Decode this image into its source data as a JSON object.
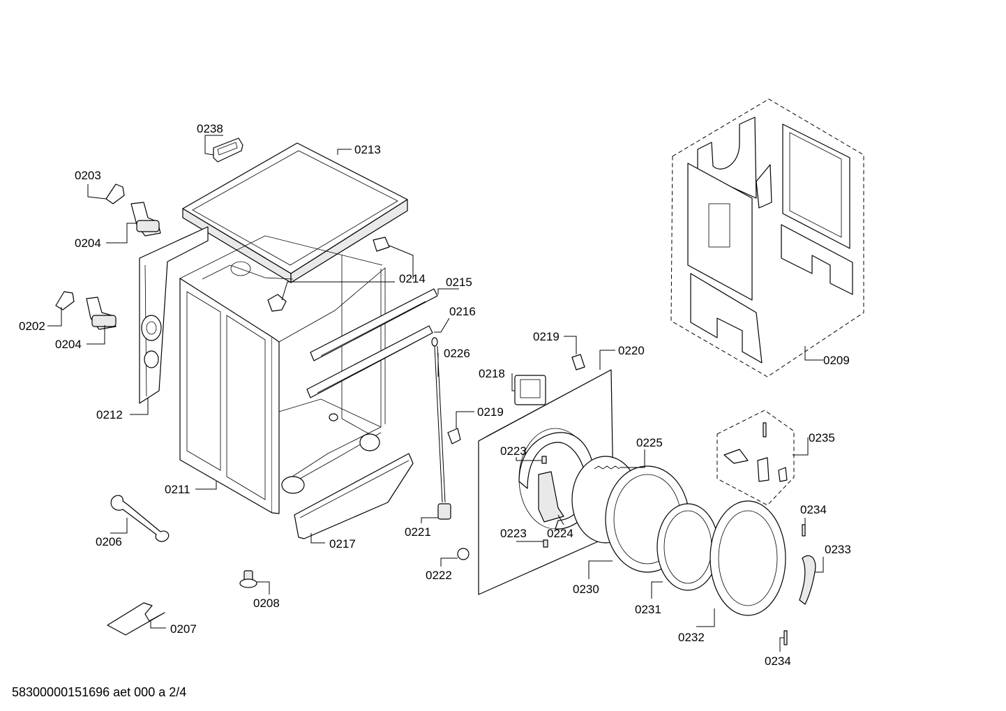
{
  "diagram": {
    "footer_text": "58300000151696 aet 000 a 2/4",
    "labels": [
      {
        "id": "0238",
        "text": "0238"
      },
      {
        "id": "0213",
        "text": "0213"
      },
      {
        "id": "0203",
        "text": "0203"
      },
      {
        "id": "0204a",
        "text": "0204"
      },
      {
        "id": "0214",
        "text": "0214"
      },
      {
        "id": "0215",
        "text": "0215"
      },
      {
        "id": "0216",
        "text": "0216"
      },
      {
        "id": "0202",
        "text": "0202"
      },
      {
        "id": "0204b",
        "text": "0204"
      },
      {
        "id": "0226",
        "text": "0226"
      },
      {
        "id": "0219a",
        "text": "0219"
      },
      {
        "id": "0220",
        "text": "0220"
      },
      {
        "id": "0209",
        "text": "0209"
      },
      {
        "id": "0218",
        "text": "0218"
      },
      {
        "id": "0212",
        "text": "0212"
      },
      {
        "id": "0219b",
        "text": "0219"
      },
      {
        "id": "0223a",
        "text": "0223"
      },
      {
        "id": "0225",
        "text": "0225"
      },
      {
        "id": "0235",
        "text": "0235"
      },
      {
        "id": "0211",
        "text": "0211"
      },
      {
        "id": "0234a",
        "text": "0234"
      },
      {
        "id": "0221",
        "text": "0221"
      },
      {
        "id": "0223b",
        "text": "0223"
      },
      {
        "id": "0224",
        "text": "0224"
      },
      {
        "id": "0206",
        "text": "0206"
      },
      {
        "id": "0217",
        "text": "0217"
      },
      {
        "id": "0233",
        "text": "0233"
      },
      {
        "id": "0222",
        "text": "0222"
      },
      {
        "id": "0230",
        "text": "0230"
      },
      {
        "id": "0208",
        "text": "0208"
      },
      {
        "id": "0231",
        "text": "0231"
      },
      {
        "id": "0207",
        "text": "0207"
      },
      {
        "id": "0232",
        "text": "0232"
      },
      {
        "id": "0234b",
        "text": "0234"
      }
    ]
  }
}
